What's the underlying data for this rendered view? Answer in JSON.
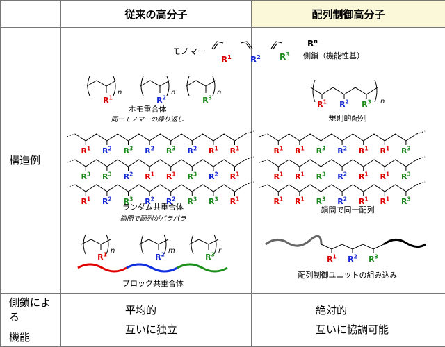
{
  "header": {
    "conventional": "従来の高分子",
    "controlled": "配列制御高分子"
  },
  "rows": {
    "structure_label": "構造例",
    "function_label_line1": "側鎖による",
    "function_label_line2": "機能"
  },
  "legend": {
    "monomer_label": "モノマー",
    "rn_label": "R",
    "rn_sup": "n",
    "side_chain_label": "側鎖（機能性基）"
  },
  "conventional": {
    "homo_title": "ホモ重合体",
    "homo_sub": "同一モノマーの繰り返し",
    "random_title": "ランダム共重合体",
    "random_sub": "鎖間で配列がバラバラ",
    "block_title": "ブロック共重合体",
    "random_rows": [
      [
        "1",
        "2",
        "3",
        "2",
        "3",
        "2",
        "1",
        "1"
      ],
      [
        "3",
        "3",
        "2",
        "1",
        "1",
        "3",
        "2",
        "1"
      ],
      [
        "1",
        "2",
        "3",
        "2",
        "2",
        "3",
        "3",
        "1"
      ]
    ],
    "block_subs": [
      "n",
      "m",
      "r"
    ]
  },
  "controlled": {
    "regular_title": "規則的配列",
    "same_seq_title": "鎖間で同一配列",
    "unit_title": "配列制御ユニットの組み込み",
    "seq_rows": [
      [
        "1",
        "1",
        "3",
        "2",
        "1",
        "1",
        "3"
      ],
      [
        "1",
        "1",
        "3",
        "2",
        "1",
        "1",
        "3"
      ],
      [
        "1",
        "1",
        "3",
        "2",
        "1",
        "1",
        "3"
      ]
    ]
  },
  "function": {
    "conventional_line1": "平均的",
    "conventional_line2": "互いに独立",
    "controlled_line1": "絶対的",
    "controlled_line2": "互いに協調可能"
  },
  "colors": {
    "R1": "#dd0000",
    "R2": "#1428d4",
    "R3": "#1d8a1d",
    "header_highlight": "#fbf8da",
    "block_red": "#e00000",
    "block_blue": "#1030e0",
    "block_green": "#1a8f1a",
    "wave_gray": "#666666"
  }
}
